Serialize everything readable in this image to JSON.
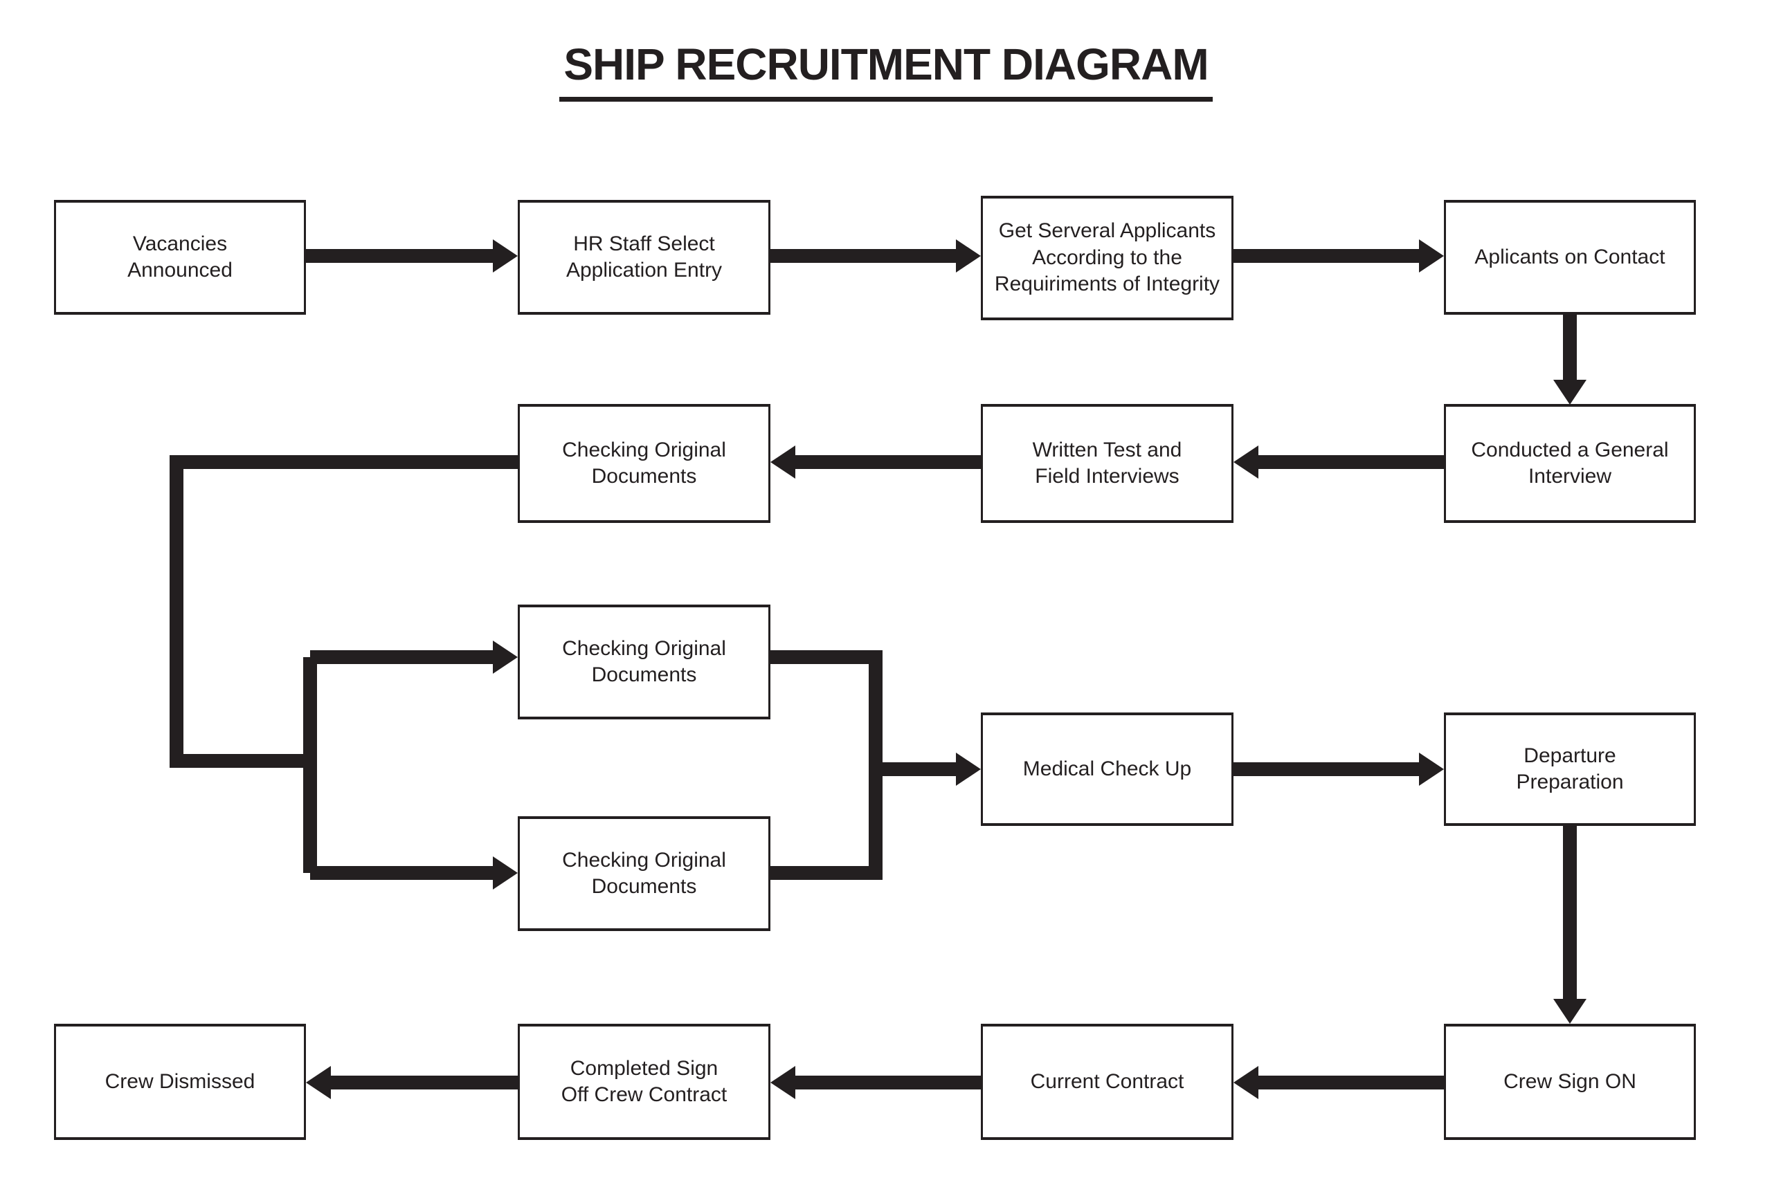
{
  "title": "SHIP RECRUITMENT DIAGRAM",
  "colors": {
    "ink": "#231F20",
    "background": "#FFFFFF"
  },
  "diagram_type": "flowchart",
  "nodes": {
    "vacancies": {
      "label": "Vacancies\nAnnounced"
    },
    "hr_select": {
      "label": "HR Staff Select\nApplication Entry"
    },
    "get_applicants": {
      "label": "Get Serveral Applicants\nAccording to the\nRequiriments of Integrity"
    },
    "applicants_contact": {
      "label": "Aplicants on Contact"
    },
    "general_interview": {
      "label": "Conducted a General\nInterview"
    },
    "written_test": {
      "label": "Written Test and\nField Interviews"
    },
    "checking_docs_a": {
      "label": "Checking Original\nDocuments"
    },
    "checking_docs_b": {
      "label": "Checking Original\nDocuments"
    },
    "checking_docs_c": {
      "label": "Checking Original\nDocuments"
    },
    "medical": {
      "label": "Medical Check Up"
    },
    "departure": {
      "label": "Departure\nPreparation"
    },
    "crew_sign_on": {
      "label": "Crew Sign ON"
    },
    "current_contract": {
      "label": "Current Contract"
    },
    "completed_sign_off": {
      "label": "Completed Sign\nOff Crew Contract"
    },
    "crew_dismissed": {
      "label": "Crew Dismissed"
    }
  },
  "edges": [
    {
      "from": "vacancies",
      "to": "hr_select"
    },
    {
      "from": "hr_select",
      "to": "get_applicants"
    },
    {
      "from": "get_applicants",
      "to": "applicants_contact"
    },
    {
      "from": "applicants_contact",
      "to": "general_interview"
    },
    {
      "from": "general_interview",
      "to": "written_test"
    },
    {
      "from": "written_test",
      "to": "checking_docs_a"
    },
    {
      "from": "checking_docs_a",
      "to": "checking_docs_b"
    },
    {
      "from": "checking_docs_a",
      "to": "checking_docs_c"
    },
    {
      "from": "checking_docs_b",
      "to": "medical"
    },
    {
      "from": "checking_docs_c",
      "to": "medical"
    },
    {
      "from": "medical",
      "to": "departure"
    },
    {
      "from": "departure",
      "to": "crew_sign_on"
    },
    {
      "from": "crew_sign_on",
      "to": "current_contract"
    },
    {
      "from": "current_contract",
      "to": "completed_sign_off"
    },
    {
      "from": "completed_sign_off",
      "to": "crew_dismissed"
    }
  ]
}
